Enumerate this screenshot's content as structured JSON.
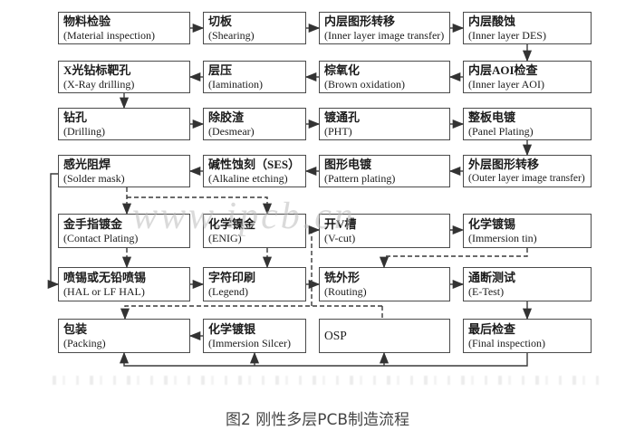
{
  "figure": {
    "caption": "图2 刚性多层PCB制造流程"
  },
  "watermark": {
    "text": "www.ipcb.cn"
  },
  "flowchart": {
    "nodes": [
      {
        "id": "material-inspection",
        "zh": "物料检验",
        "en": "(Material inspection)"
      },
      {
        "id": "shearing",
        "zh": "切板",
        "en": "(Shearing)"
      },
      {
        "id": "inner-layer-image-transfer",
        "zh": "内层图形转移",
        "en": "(Inner layer image transfer)"
      },
      {
        "id": "inner-layer-des",
        "zh": "内层酸蚀",
        "en": "(Inner layer DES)"
      },
      {
        "id": "xray-drilling",
        "zh": "X光钻标靶孔",
        "en": "(X-Ray drilling)"
      },
      {
        "id": "lamination",
        "zh": "层压",
        "en": "(Iamination)"
      },
      {
        "id": "brown-oxidation",
        "zh": "棕氧化",
        "en": "(Brown oxidation)"
      },
      {
        "id": "inner-layer-aoi",
        "zh": "内层AOI检查",
        "en": "(Inner layer AOI)"
      },
      {
        "id": "drilling",
        "zh": "钻孔",
        "en": "(Drilling)"
      },
      {
        "id": "desmear",
        "zh": "除胶渣",
        "en": "(Desmear)"
      },
      {
        "id": "pht",
        "zh": "镀通孔",
        "en": "(PHT)"
      },
      {
        "id": "panel-plating",
        "zh": "整板电镀",
        "en": "(Panel Plating)"
      },
      {
        "id": "solder-mask",
        "zh": "感光阻焊",
        "en": "(Solder mask)"
      },
      {
        "id": "alkaline-etching",
        "zh": "碱性蚀刻（SES）",
        "en": "(Alkaline etching)"
      },
      {
        "id": "pattern-plating",
        "zh": "图形电镀",
        "en": "(Pattern plating)"
      },
      {
        "id": "outer-layer-image-transfer",
        "zh": "外层图形转移",
        "en": "(Outer layer image transfer)"
      },
      {
        "id": "contact-plating",
        "zh": "金手指镀金",
        "en": "(Contact Plating)"
      },
      {
        "id": "enig",
        "zh": "化学镍金",
        "en": "(ENIG)"
      },
      {
        "id": "vcut",
        "zh": "开V槽",
        "en": "(V-cut)"
      },
      {
        "id": "immersion-tin",
        "zh": "化学镀锡",
        "en": "(Immersion tin)"
      },
      {
        "id": "hal",
        "zh": "喷锡或无铅喷锡",
        "en": "(HAL or LF HAL)"
      },
      {
        "id": "legend",
        "zh": "字符印刷",
        "en": "(Legend)"
      },
      {
        "id": "routing",
        "zh": "铣外形",
        "en": "(Routing)"
      },
      {
        "id": "etest",
        "zh": "通断测试",
        "en": "(E-Test)"
      },
      {
        "id": "packing",
        "zh": "包装",
        "en": "(Packing)"
      },
      {
        "id": "immersion-silver",
        "zh": "化学镀银",
        "en": "(Immersion Silcer)"
      },
      {
        "id": "osp",
        "zh": "OSP",
        "en": ""
      },
      {
        "id": "final-inspection",
        "zh": "最后检查",
        "en": "(Final inspection)"
      }
    ],
    "edges": [
      {
        "from": "material-inspection",
        "to": "shearing",
        "style": "solid"
      },
      {
        "from": "shearing",
        "to": "inner-layer-image-transfer",
        "style": "solid"
      },
      {
        "from": "inner-layer-image-transfer",
        "to": "inner-layer-des",
        "style": "solid"
      },
      {
        "from": "inner-layer-des",
        "to": "inner-layer-aoi",
        "style": "solid"
      },
      {
        "from": "inner-layer-aoi",
        "to": "brown-oxidation",
        "style": "solid"
      },
      {
        "from": "brown-oxidation",
        "to": "lamination",
        "style": "solid"
      },
      {
        "from": "lamination",
        "to": "xray-drilling",
        "style": "solid"
      },
      {
        "from": "xray-drilling",
        "to": "drilling",
        "style": "solid"
      },
      {
        "from": "drilling",
        "to": "desmear",
        "style": "solid"
      },
      {
        "from": "desmear",
        "to": "pht",
        "style": "solid"
      },
      {
        "from": "pht",
        "to": "panel-plating",
        "style": "solid"
      },
      {
        "from": "panel-plating",
        "to": "outer-layer-image-transfer",
        "style": "solid"
      },
      {
        "from": "outer-layer-image-transfer",
        "to": "pattern-plating",
        "style": "solid"
      },
      {
        "from": "pattern-plating",
        "to": "alkaline-etching",
        "style": "solid"
      },
      {
        "from": "alkaline-etching",
        "to": "solder-mask",
        "style": "solid"
      },
      {
        "from": "solder-mask",
        "to": "hal",
        "style": "solid"
      },
      {
        "from": "solder-mask",
        "to": "contact-plating",
        "style": "dashed"
      },
      {
        "from": "solder-mask",
        "to": "enig",
        "style": "dashed"
      },
      {
        "from": "contact-plating",
        "to": "hal",
        "style": "dashed"
      },
      {
        "from": "enig",
        "to": "legend",
        "style": "dashed"
      },
      {
        "from": "hal",
        "to": "legend",
        "style": "solid"
      },
      {
        "from": "legend",
        "to": "routing",
        "style": "solid"
      },
      {
        "from": "routing",
        "to": "etest",
        "style": "solid"
      },
      {
        "from": "vcut",
        "to": "immersion-tin",
        "style": "dashed"
      },
      {
        "from": "immersion-tin",
        "to": "routing",
        "style": "dashed"
      },
      {
        "from": "etest",
        "to": "final-inspection",
        "style": "solid"
      },
      {
        "from": "immersion-silver",
        "to": "packing",
        "style": "solid"
      },
      {
        "from": "final-inspection",
        "to": "packing",
        "style": "solid"
      },
      {
        "from": "final-inspection",
        "to": "immersion-silver",
        "style": "solid"
      },
      {
        "from": "final-inspection",
        "to": "osp",
        "style": "solid"
      },
      {
        "from": "option-junction",
        "to": "vcut",
        "style": "dashed"
      },
      {
        "from": "option-junction",
        "to": "packing",
        "style": "dashed"
      },
      {
        "from": "option-junction",
        "to": "osp",
        "style": "dashed"
      }
    ]
  }
}
